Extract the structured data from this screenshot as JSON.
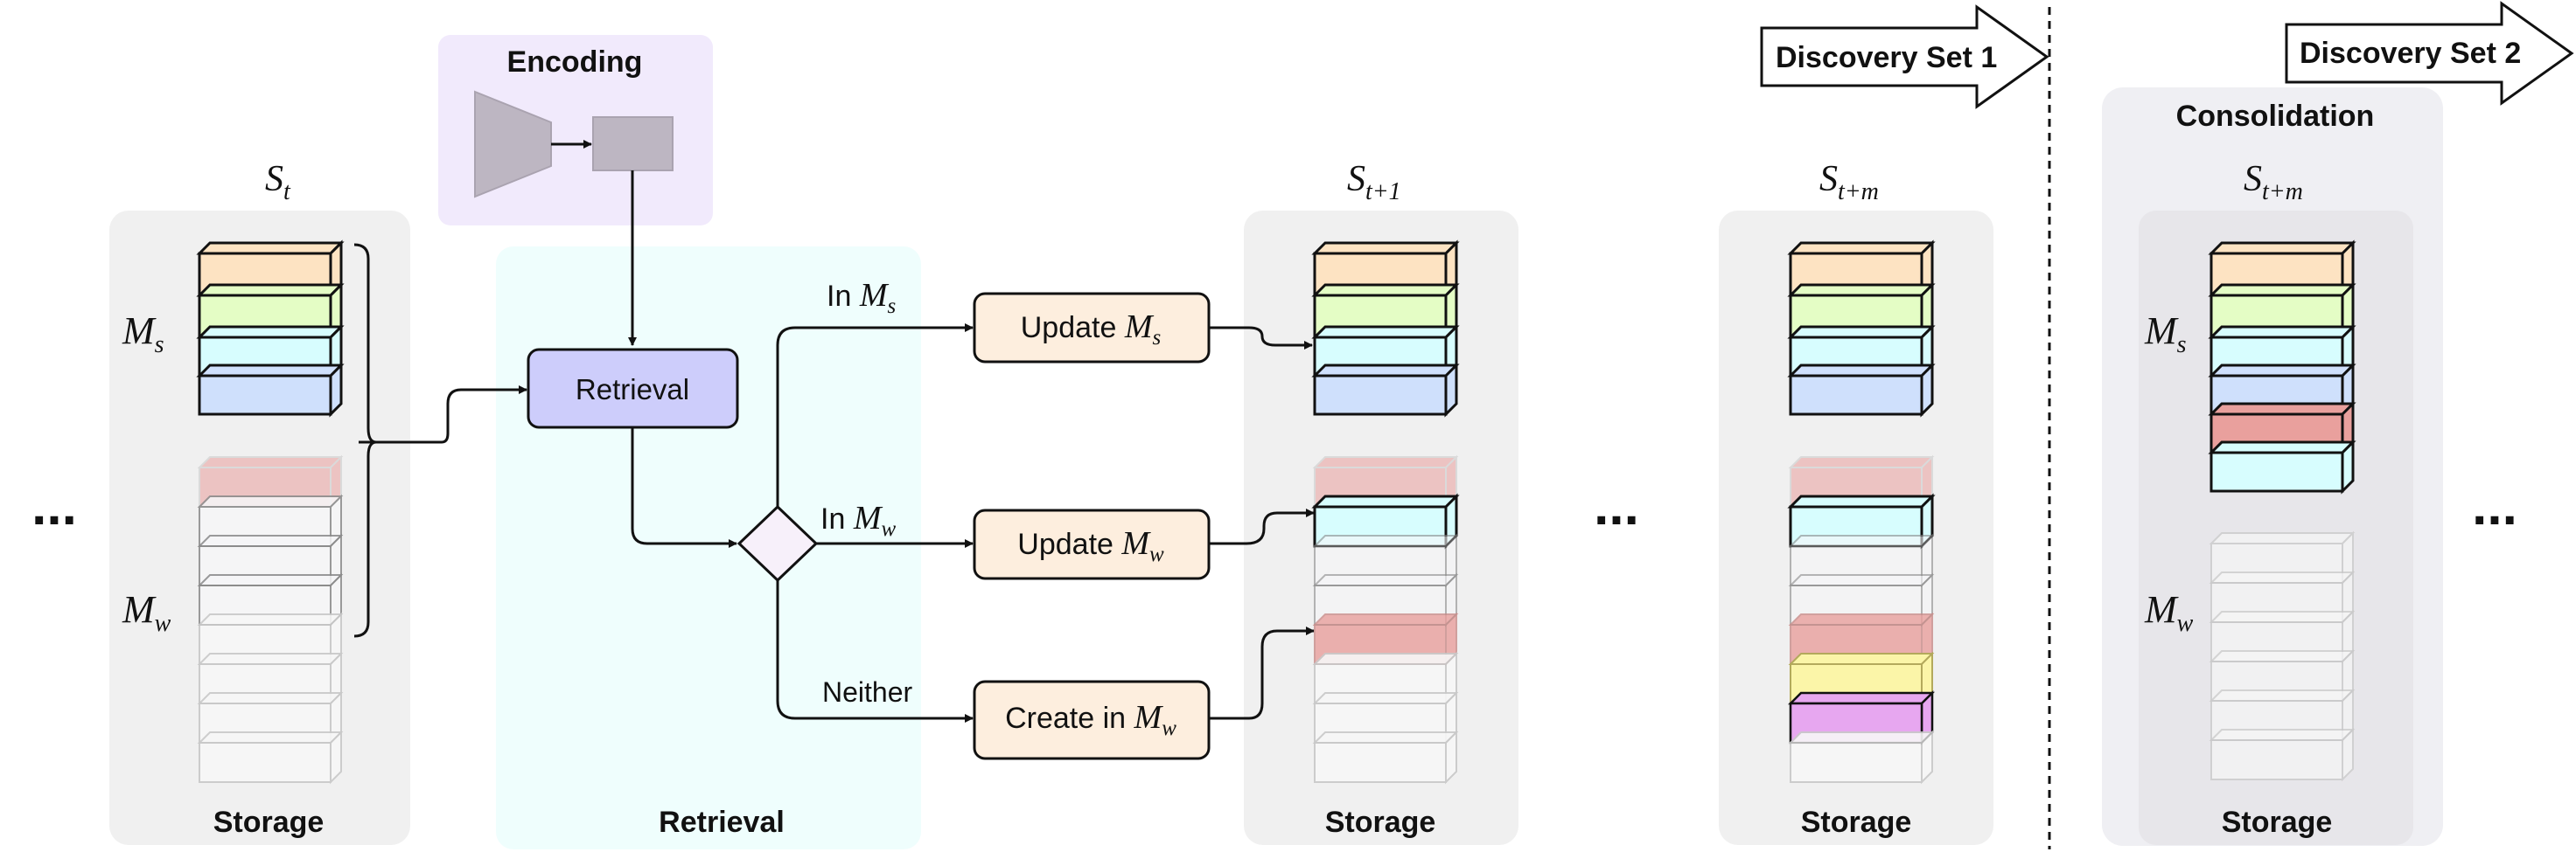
{
  "colors": {
    "panel_gray": "#f0f0f0",
    "encoding_bg": "#f1eafc",
    "retrieval_bg": "#effefd",
    "consolidation_bg": "#efeff3",
    "consolidation_inner": "#e7e6ea",
    "retrieval_box": "#cdcdfb",
    "update_box": "#fdeede",
    "encoder_shape": "#bdb6c2",
    "layer_orange": "#fde3c2",
    "layer_green": "#e4fdc5",
    "layer_cyan": "#d7fdfe",
    "layer_blue": "#cfe0fc",
    "layer_red": "#e9a09d",
    "layer_yellow": "#fbf5a8",
    "layer_pink": "#e7a7f0"
  },
  "ellipsis": "...",
  "encoding": {
    "title": "Encoding"
  },
  "retrieval_region": {
    "label": "Retrieval"
  },
  "retrieval_box": {
    "label": "Retrieval"
  },
  "branches": {
    "in_ms_prefix": "In",
    "in_mw_prefix": "In",
    "neither": "Neither"
  },
  "actions": {
    "update_prefix": "Update",
    "update_ms_prefix": "Update",
    "update_mw_prefix": "Update",
    "create_prefix": "Create in"
  },
  "math": {
    "M": "M",
    "sub_s": "s",
    "sub_w": "w",
    "S": "S",
    "sub_t": "t",
    "sub_t1": "t+1",
    "sub_tm": "t+m"
  },
  "storage_label": "Storage",
  "discovery": {
    "set1": "Discovery Set 1",
    "set2": "Discovery Set 2"
  },
  "consolidation": {
    "title": "Consolidation"
  }
}
